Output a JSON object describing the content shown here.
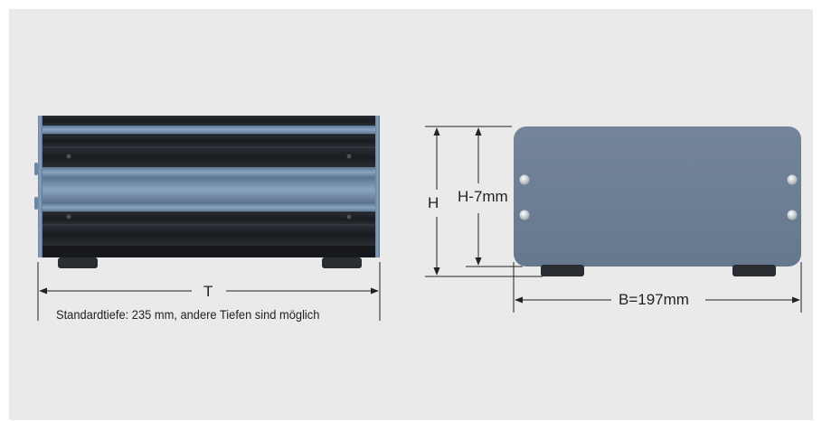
{
  "side_view": {
    "dim_depth_label": "T",
    "depth_note": "Standardtiefe: 235 mm, andere Tiefen sind möglich"
  },
  "front_view": {
    "dim_height_label": "H",
    "dim_inner_height_label": "H-7mm",
    "dim_width_label": "B=197mm"
  },
  "colors": {
    "background": "#eaeaea",
    "housing_blue": "#6f8aa8",
    "panel_gray_blue": "#6e7f95",
    "profile_dark": "#1f2226",
    "line": "#222222"
  }
}
